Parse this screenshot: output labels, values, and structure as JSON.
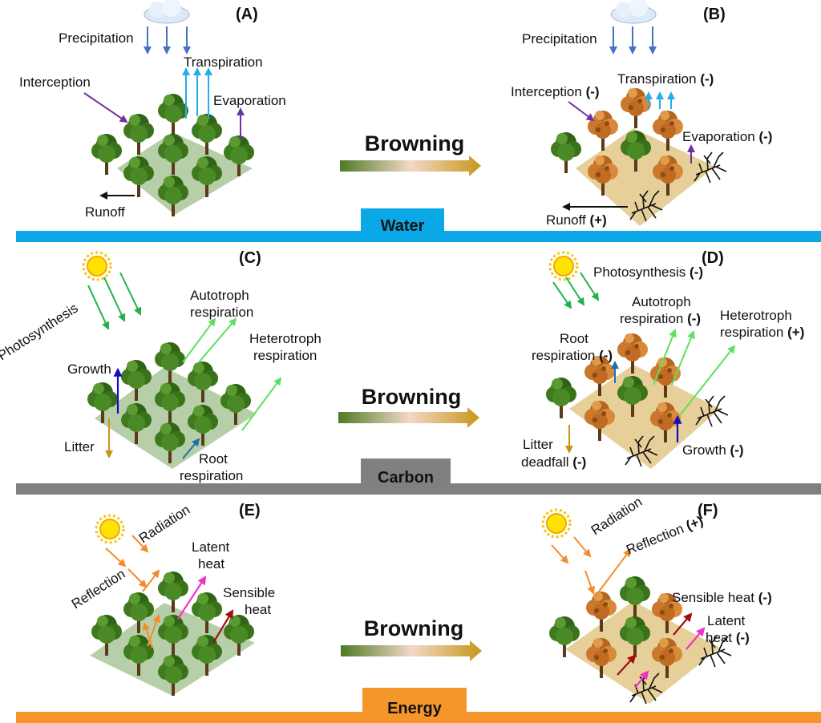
{
  "transition_label": "Browning",
  "bands": {
    "water": {
      "label": "Water",
      "color": "#0aa8e6"
    },
    "carbon": {
      "label": "Carbon",
      "color": "#808080"
    },
    "energy": {
      "label": "Energy",
      "color": "#f5962a"
    }
  },
  "colors": {
    "healthy_ground": "#b7cfa8",
    "browned_ground": "#e6cf98",
    "green_tree": "#3f7a1e",
    "brown_tree": "#c9782c",
    "arrow_blue": "#4472c4",
    "arrow_cyan": "#22aee8",
    "arrow_purple": "#7030a0",
    "arrow_green": "#22b24c",
    "arrow_lightgreen": "#5ee05e",
    "arrow_darkblue": "#1010c0",
    "arrow_teal": "#1f6fa8",
    "arrow_gold": "#c89318",
    "arrow_orange": "#f28c2c",
    "arrow_magenta": "#f032c8",
    "arrow_darkred": "#a01010"
  },
  "icons": [
    "cloud-icon",
    "sun-icon",
    "tree-icon",
    "dead-shrub-icon"
  ],
  "panels": {
    "a": {
      "tag": "(A)",
      "precipitation": "Precipitation",
      "transpiration": "Transpiration",
      "interception": "Interception",
      "evaporation": "Evaporation",
      "runoff": "Runoff"
    },
    "b": {
      "tag": "(B)",
      "precipitation": "Precipitation",
      "transpiration": "Transpiration",
      "transpiration_sign": "(-)",
      "interception": "Interception",
      "interception_sign": "(-)",
      "evaporation": "Evaporation",
      "evaporation_sign": "(-)",
      "runoff": "Runoff",
      "runoff_sign": "(+)"
    },
    "c": {
      "tag": "(C)",
      "photosynthesis": "Photosynthesis",
      "autotroph_1": "Autotroph",
      "autotroph_2": "respiration",
      "heterotroph_1": "Heterotroph",
      "heterotroph_2": "respiration",
      "growth": "Growth",
      "litter": "Litter",
      "root_1": "Root",
      "root_2": "respiration"
    },
    "d": {
      "tag": "(D)",
      "photosynthesis": "Photosynthesis",
      "photosynthesis_sign": "(-)",
      "autotroph_1": "Autotroph",
      "autotroph_2": "respiration",
      "autotroph_sign": "(-)",
      "heterotroph_1": "Heterotroph",
      "heterotroph_2": "respiration",
      "heterotroph_sign": "(+)",
      "root_1": "Root",
      "root_2": "respiration",
      "root_sign": "(-)",
      "litter_1": "Litter",
      "litter_2": "deadfall",
      "litter_sign": "(-)",
      "growth": "Growth",
      "growth_sign": "(-)"
    },
    "e": {
      "tag": "(E)",
      "radiation": "Radiation",
      "reflection": "Reflection",
      "latent_1": "Latent",
      "latent_2": "heat",
      "sensible_1": "Sensible",
      "sensible_2": "heat"
    },
    "f": {
      "tag": "(F)",
      "radiation": "Radiation",
      "reflection": "Reflection",
      "reflection_sign": "(+)",
      "sensible": "Sensible heat",
      "sensible_sign": "(-)",
      "latent_1": "Latent",
      "latent_2": "heat",
      "latent_sign": "(-)"
    }
  }
}
